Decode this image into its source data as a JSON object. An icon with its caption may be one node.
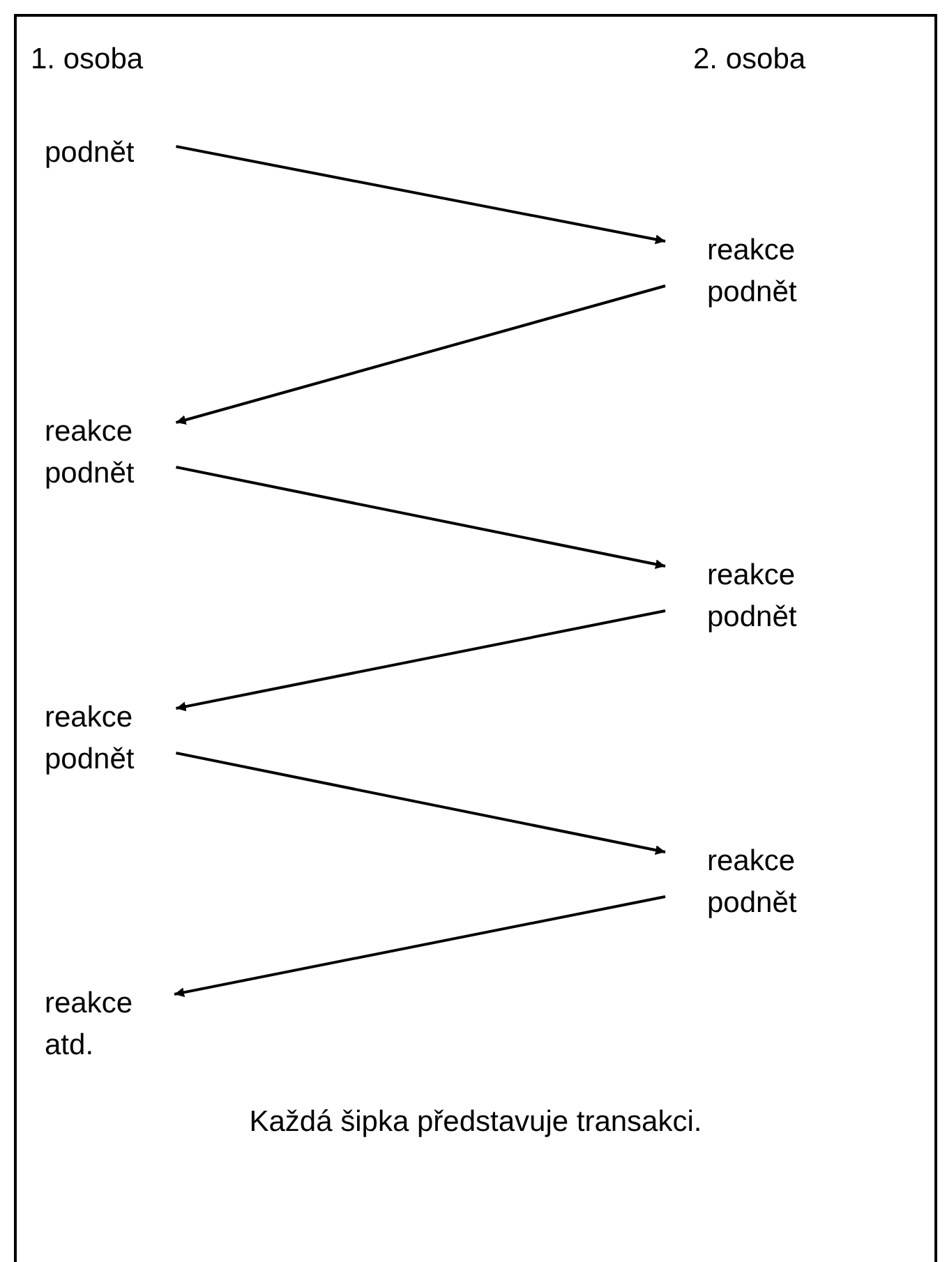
{
  "diagram": {
    "caption": "Každá šipka představuje transakci.",
    "nodes": [
      {
        "text": [
          "podnět"
        ]
      },
      {
        "text": [
          "reakce",
          "podnět"
        ]
      },
      {
        "text": [
          "reakce",
          "podnět"
        ]
      },
      {
        "text": [
          "reakce",
          "podnět"
        ]
      },
      {
        "text": [
          "reakce",
          "podnět"
        ]
      },
      {
        "text": [
          "reakce",
          "podnět"
        ]
      },
      {
        "text": [
          "reakce",
          "atd."
        ]
      }
    ],
    "edges": [
      {
        "from": 0,
        "to": 1,
        "arrow": "to"
      },
      {
        "from": 1,
        "to": 2,
        "arrow": "to"
      },
      {
        "from": 2,
        "to": 3,
        "arrow": "to"
      },
      {
        "from": 3,
        "to": 4,
        "arrow": "to"
      },
      {
        "from": 4,
        "to": 5,
        "arrow": "to"
      },
      {
        "from": 5,
        "to": 6,
        "arrow": "to"
      }
    ],
    "labels": [
      "1. osoba",
      "2. osoba"
    ]
  }
}
